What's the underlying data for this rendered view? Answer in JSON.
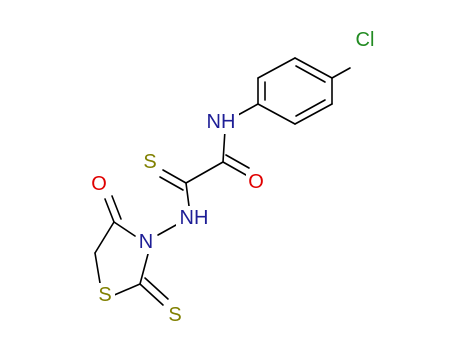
{
  "molecule": {
    "atoms": {
      "chlorine": {
        "label": "Cl",
        "color": "#228B22"
      },
      "amide_nh": {
        "label": "NH",
        "color": "#1E1E96"
      },
      "amide_o": {
        "label": "O",
        "color": "#E00000"
      },
      "thione_s": {
        "label": "S",
        "color": "#808000"
      },
      "hydrazide_nh": {
        "label": "NH",
        "color": "#1E1E96"
      },
      "ring_o": {
        "label": "O",
        "color": "#E00000"
      },
      "ring_n": {
        "label": "N",
        "color": "#1E1E96"
      },
      "ring_s": {
        "label": "S",
        "color": "#808000"
      },
      "exo_s": {
        "label": "S",
        "color": "#808000"
      }
    },
    "bond_color": "#000000",
    "background": "#ffffff"
  }
}
